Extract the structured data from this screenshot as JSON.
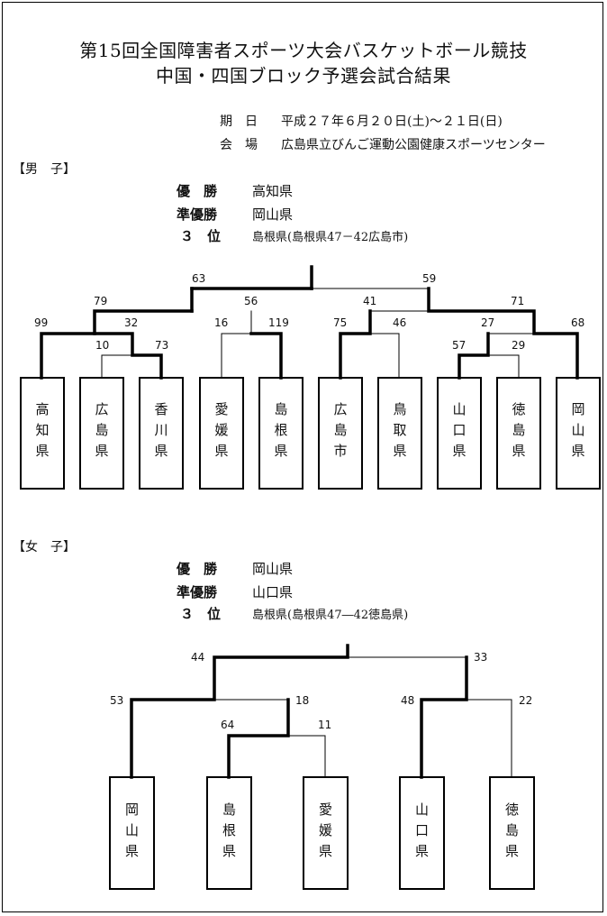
{
  "title": {
    "line1": "第15回全国障害者スポーツ大会バスケットボール競技",
    "line2": "中国・四国ブロック予選会試合結果"
  },
  "meta": {
    "date_label": "期　日",
    "date_value": "平成２７年６月２０日(土)～２１日(日)",
    "venue_label": "会　場",
    "venue_value": "広島県立びんご運動公園健康スポーツセンター"
  },
  "men": {
    "header": "【男　子】",
    "winner_label": "優　勝",
    "winner": "高知県",
    "runnerup_label": "準優勝",
    "runnerup": "岡山県",
    "third_label": "３　位",
    "third": "島根県(島根県47－42広島市)",
    "teams": [
      "高知県",
      "広島県",
      "香川県",
      "愛媛県",
      "島根県",
      "広島市",
      "鳥取県",
      "山口県",
      "徳島県",
      "岡山県"
    ],
    "scores": [
      "63",
      "59",
      "79",
      "56",
      "41",
      "71",
      "99",
      "32",
      "16",
      "119",
      "75",
      "46",
      "27",
      "68",
      "10",
      "73",
      "57",
      "29"
    ]
  },
  "women": {
    "header": "【女　子】",
    "winner_label": "優　勝",
    "winner": "岡山県",
    "runnerup_label": "準優勝",
    "runnerup": "山口県",
    "third_label": "３　位",
    "third": "島根県(島根県47―42徳島県)",
    "teams": [
      "岡山県",
      "島根県",
      "愛媛県",
      "山口県",
      "徳島県"
    ],
    "scores": [
      "44",
      "33",
      "53",
      "18",
      "48",
      "22",
      "64",
      "11"
    ]
  }
}
